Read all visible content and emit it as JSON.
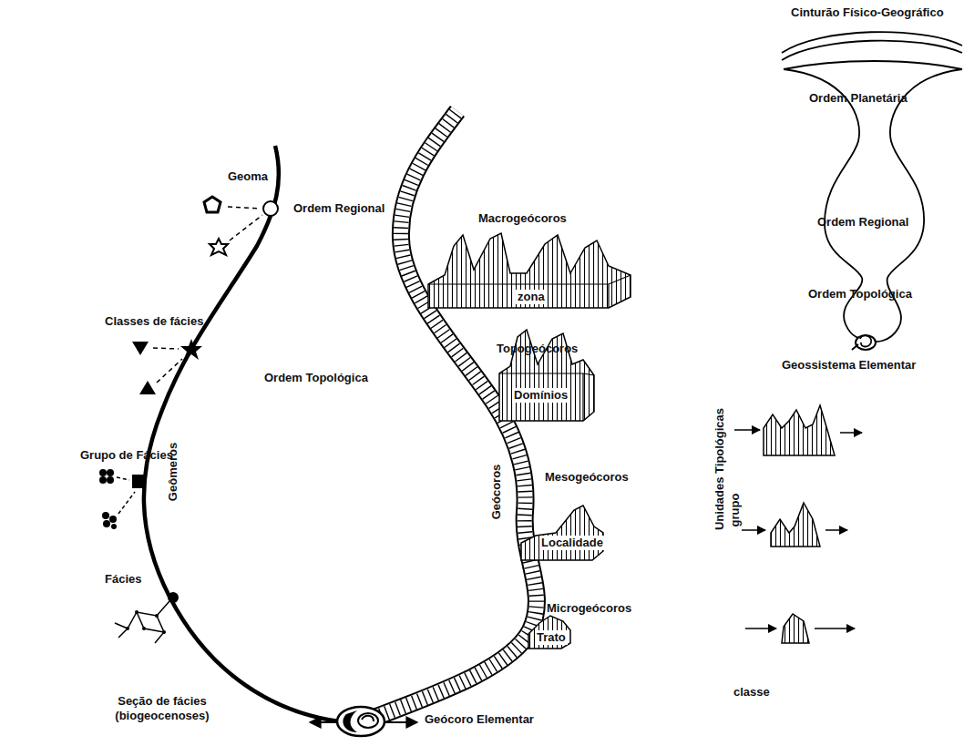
{
  "diagram": {
    "labels": [
      "Cinturão Físico-Geográfico",
      "Ordem Planetária",
      "Geoma",
      "Ordem Regional",
      "Macrogeócoros",
      "Ordem Regional",
      "zona",
      "Ordem Topológica",
      "Classes de fácies",
      "Topogeócoros",
      "Geossistema Elementar",
      "Ordem Topológica",
      "Domínios",
      "Grupo de Fácies",
      "Geômeros",
      "Geócoros",
      "Unidades Tipológicas",
      "grupo",
      "Mesogeócoros",
      "Localidade",
      "Fácies",
      "Microgeócoros",
      "Trato",
      "classe",
      "Seção de fácies (biogeocenoses)",
      "Geócoro Elementar"
    ]
  }
}
